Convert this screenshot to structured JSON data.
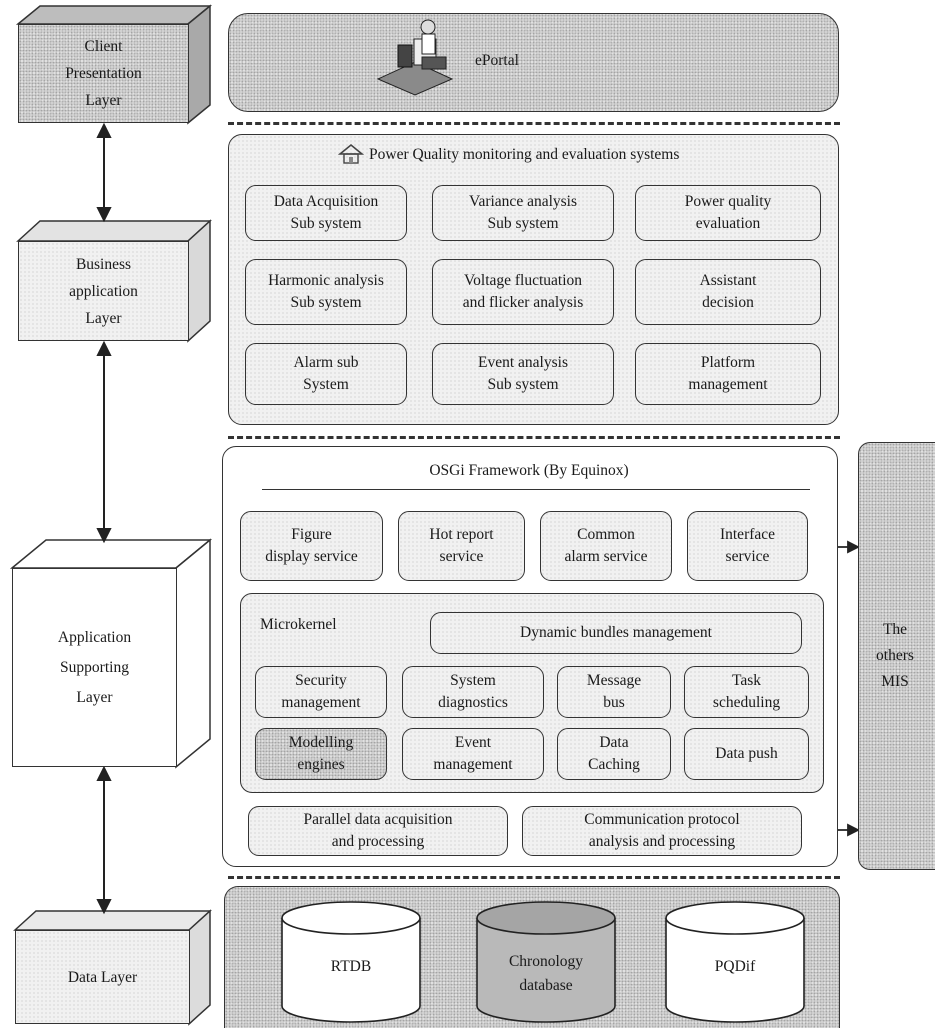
{
  "layers": {
    "client": "Client\nPresentation\nLayer",
    "business": "Business\napplication\nLayer",
    "app_support": "Application\nSupporting\nLayer",
    "data": "Data Layer"
  },
  "portal": {
    "label": "ePortal"
  },
  "pq": {
    "title": "Power Quality monitoring and evaluation systems",
    "modules": [
      "Data Acquisition\nSub system",
      "Variance analysis\nSub system",
      "Power quality\nevaluation",
      "Harmonic analysis\nSub system",
      "Voltage fluctuation\nand flicker analysis",
      "Assistant\ndecision",
      "Alarm sub\nSystem",
      "Event analysis\nSub system",
      "Platform\nmanagement"
    ]
  },
  "osgi": {
    "title": "OSGi Framework (By Equinox)",
    "services": [
      "Figure\ndisplay service",
      "Hot report\nservice",
      "Common\nalarm service",
      "Interface\nservice"
    ],
    "microkernel_label": "Microkernel",
    "dynamic_bundles": "Dynamic bundles management",
    "kernel_modules": [
      "Security\nmanagement",
      "System\ndiagnostics",
      "Message\nbus",
      "Task\nscheduling",
      "Modelling\nengines",
      "Event\nmanagement",
      "Data\nCaching",
      "Data push"
    ],
    "parallel": "Parallel data acquisition\nand processing",
    "communication": "Communication protocol\nanalysis and processing"
  },
  "external": "The\nothers\nMIS",
  "databases": [
    "RTDB",
    "Chronology\ndatabase",
    "PQDif"
  ]
}
